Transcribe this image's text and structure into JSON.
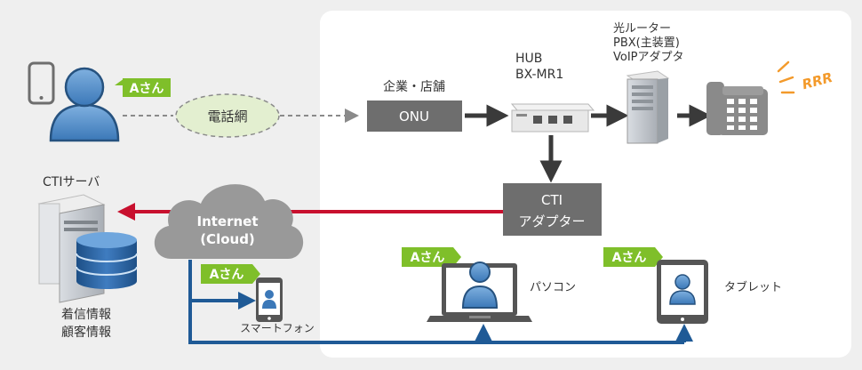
{
  "caller": {
    "badge": "Aさん"
  },
  "phone_network": {
    "label": "電話網"
  },
  "company": {
    "label": "企業・店舗"
  },
  "onu": {
    "label": "ONU"
  },
  "hub": {
    "line1": "HUB",
    "line2": "BX-MR1"
  },
  "router": {
    "line1": "光ルーター",
    "line2": "PBX(主装置)",
    "line3": "VoIPアダプタ"
  },
  "ringing": {
    "text": "RRR"
  },
  "cti_adapter": {
    "line1": "CTI",
    "line2": "アダプター"
  },
  "internet": {
    "line1": "Internet",
    "line2": "(Cloud)"
  },
  "cti_server": {
    "title": "CTIサーバ",
    "caption1": "着信情報",
    "caption2": "顧客情報"
  },
  "smartphone": {
    "badge": "Aさん",
    "label": "スマートフォン"
  },
  "pc": {
    "badge": "Aさん",
    "label": "パソコン"
  },
  "tablet": {
    "badge": "Aさん",
    "label": "タブレット"
  },
  "colors": {
    "red": "#c8102e",
    "blue": "#1f5a96",
    "green": "#7fbf2a",
    "dark": "#3a3a3a",
    "gray": "#6e6e6e"
  }
}
